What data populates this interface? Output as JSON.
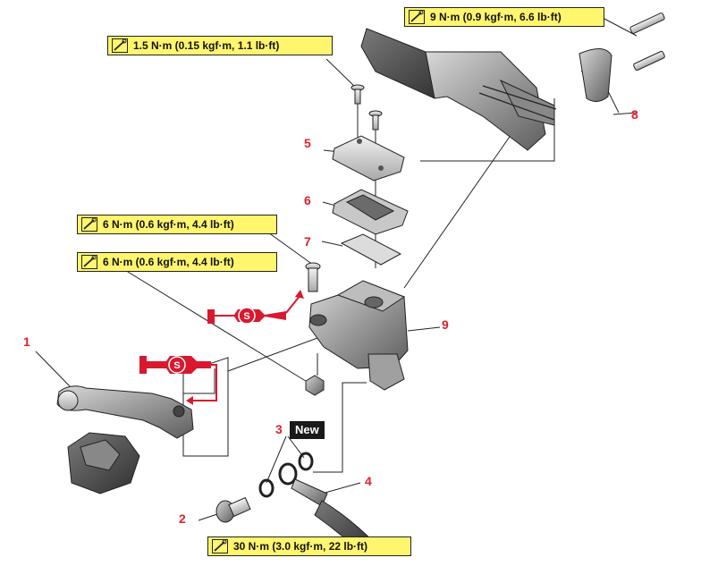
{
  "torque_specs": {
    "grip_bolts": "9 N·m (0.9 kgf·m, 6.6 lb·ft)",
    "reservoir_cover_screws": "1.5 N·m (0.15 kgf·m, 1.1 lb·ft)",
    "lever_pivot_bolt": "6 N·m (0.6 kgf·m, 4.4 lb·ft)",
    "lever_pivot_nut": "6 N·m (0.6 kgf·m, 4.4 lb·ft)",
    "union_bolt": "30 N·m (3.0 kgf·m, 22 lb·ft)"
  },
  "callouts": {
    "c1": "1",
    "c2": "2",
    "c3": "3",
    "c4": "4",
    "c5": "5",
    "c6": "6",
    "c7": "7",
    "c8": "8",
    "c9": "9"
  },
  "new_badge": "New",
  "grease_symbol": "S",
  "colors": {
    "callout": "#e0202e",
    "torque_fill": "#fff66e",
    "grease_red": "#d9182e",
    "part_gray": "#8c8c8c"
  }
}
